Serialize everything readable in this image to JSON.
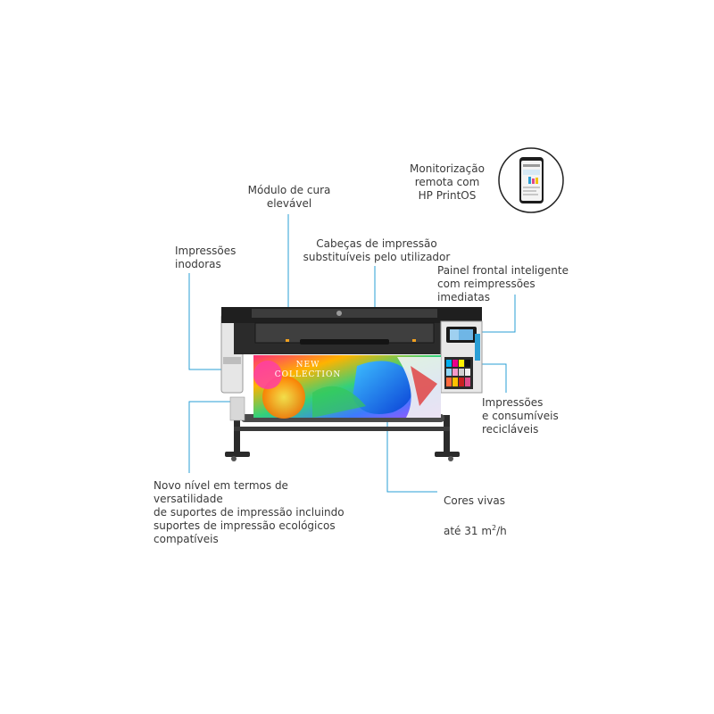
{
  "callouts": {
    "remote_monitoring": "Monitorização\nremota com\nHP PrintOS",
    "curing_module": "Módulo de cura\nelevável",
    "odorless_prints": "Impressões\ninodoras",
    "printheads": "Cabeças de impressão\nsubstituíveis pelo utilizador",
    "front_panel": "Painel frontal inteligente\ncom reimpressões imediatas",
    "recyclable": "Impressões\ne consumíveis\nrecicláveis",
    "versatility": "Novo nível em termos de versatilidade\nde suportes de impressão incluindo\nsuportes de impressão ecológicos\ncompatíveis",
    "vivid_colors_line1": "Cores vivas",
    "vivid_colors_line2_prefix": "até 31 m",
    "vivid_colors_sup": "2",
    "vivid_colors_suffix": "/h"
  },
  "banner_text": {
    "line1": "NEW",
    "line2": "COLLECTION"
  },
  "colors": {
    "leader_lines": "#2a9fd6",
    "printer_body": "#2b2b2b",
    "printer_side": "#e6e6e6"
  }
}
